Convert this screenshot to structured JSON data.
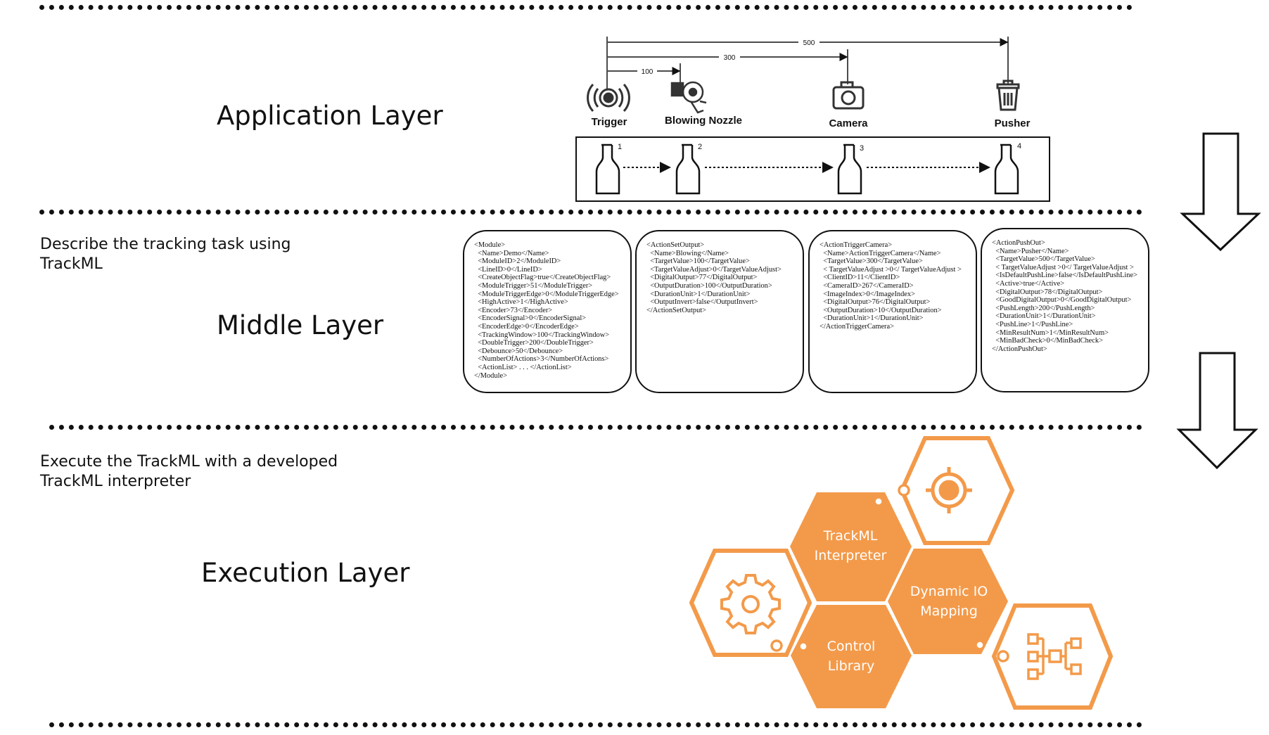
{
  "layers": {
    "application": {
      "title": "Application Layer"
    },
    "middle": {
      "title": "Middle Layer",
      "description": [
        "Describe the tracking task using",
        "TrackML"
      ]
    },
    "execution": {
      "title": "Execution Layer",
      "description": [
        "Execute the TrackML with a developed",
        "TrackML interpreter"
      ]
    }
  },
  "application_diagram": {
    "devices": [
      "Trigger",
      "Blowing Nozzle",
      "Camera",
      "Pusher"
    ],
    "device_icons": [
      "sensor-waves-icon",
      "hair-dryer-icon",
      "camera-icon",
      "trash-bin-icon"
    ],
    "dimensions": [
      "100",
      "300",
      "500"
    ],
    "bottle_numbers": [
      "1",
      "2",
      "3",
      "4"
    ]
  },
  "code_boxes": [
    {
      "lines": [
        "<Module>",
        "  <Name>Demo</Name>",
        "  <ModuleID>2</ModuleID>",
        "  <LineID>0</LineID>",
        "  <CreateObjectFlag>true</CreateObjectFlag>",
        "  <ModuleTrigger>51</ModuleTrigger>",
        "  <ModuleTriggerEdge>0</ModuleTriggerEdge>",
        "  <HighActive>1</HighActive>",
        "  <Encoder>73</Encoder>",
        "  <EncoderSignal>0</EncoderSignal>",
        "  <EncoderEdge>0</EncoderEdge>",
        "  <TrackingWindow>100</TrackingWindow>",
        "  <DoubleTrigger>200</DoubleTrigger>",
        "  <Debounce>50</Debounce>",
        "  <NumberOfActions>3</NumberOfActions>",
        "  <ActionList> . . . </ActionList>",
        "</Module>"
      ]
    },
    {
      "lines": [
        "<ActionSetOutput>",
        "  <Name>Blowing</Name>",
        "  <TargetValue>100</TargetValue>",
        "  <TargetValueAdjust>0</TargetValueAdjust>",
        "  <DigitalOutput>77</DigitalOutput>",
        "  <OutputDuration>100</OutputDuration>",
        "  <DurationUnit>1</DurationUnit>",
        "  <OutputInvert>false</OutputInvert>",
        "</ActionSetOutput>"
      ]
    },
    {
      "lines": [
        "<ActionTriggerCamera>",
        "  <Name>ActionTriggerCamera</Name>",
        "  <TargetValue>300</TargetValue>",
        "  < TargetValueAdjust >0</ TargetValueAdjust >",
        "  <ClientID>11</ClientID>",
        "  <CameraID>267</CameraID>",
        "  <ImageIndex>0</ImageIndex>",
        "  <DigitalOutput>76</DigitalOutput>",
        "  <OutputDuration>10</OutputDuration>",
        "  <DurationUnit>1</DurationUnit>",
        "</ActionTriggerCamera>"
      ]
    },
    {
      "lines": [
        "<ActionPushOut>",
        "  <Name>Pusher</Name>",
        "  <TargetValue>500</TargetValue>",
        "  < TargetValueAdjust >0</ TargetValueAdjust >",
        "  <IsDefaultPushLine>false</IsDefaultPushLine>",
        "  <Active>true</Active>",
        "  <DigitalOutput>78</DigitalOutput>",
        "  <GoodDigitalOutput>0</GoodDigitalOutput>",
        "  <PushLength>200</PushLength>",
        "  <DurationUnit>1</DurationUnit>",
        "  <PushLine>1</PushLine>",
        "  <MinResultNum>1</MinResultNum>",
        "  <MinBadCheck>0</MinBadCheck>",
        "</ActionPushOut>"
      ]
    }
  ],
  "execution_hexagons": {
    "labels": [
      [
        "TrackML",
        "Interpreter"
      ],
      [
        "Dynamic IO",
        "Mapping"
      ],
      [
        "Control",
        "Library"
      ]
    ],
    "icons": [
      "target-icon",
      "gear-icon",
      "flowchart-icon"
    ]
  },
  "colors": {
    "accent": "#f39a4a",
    "ink": "#111111"
  }
}
